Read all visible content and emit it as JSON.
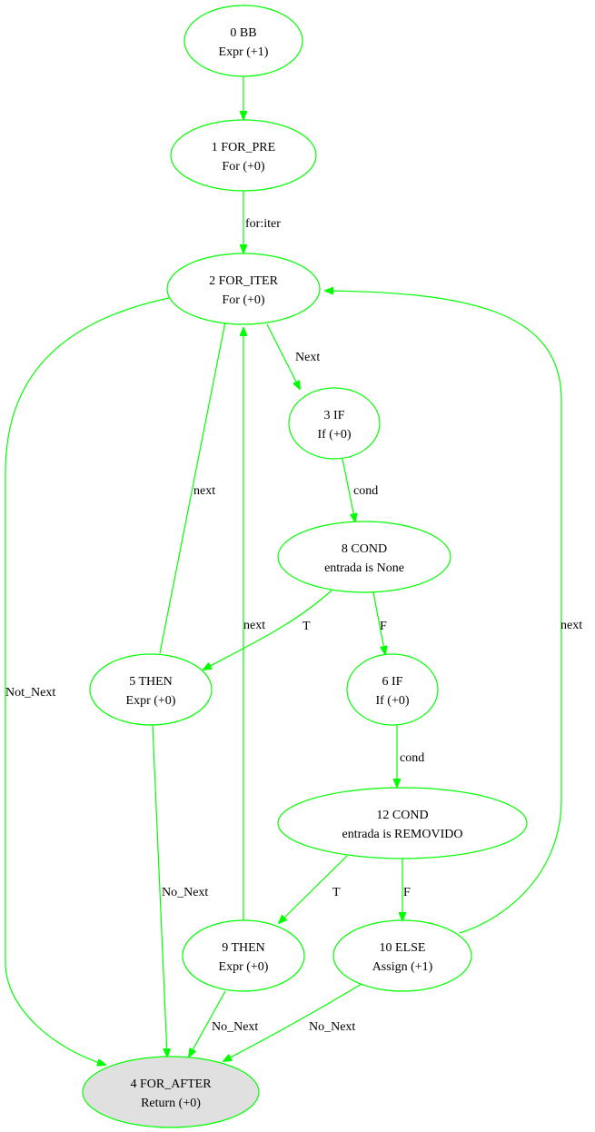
{
  "colors": {
    "edge": "#00ff00",
    "node_stroke": "#00ff00",
    "node_fill": "#ffffff",
    "terminal_fill": "#e0e0e0",
    "text": "#000000"
  },
  "nodes": {
    "n0": {
      "line1": "0 BB",
      "line2": "Expr (+1)"
    },
    "n1": {
      "line1": "1 FOR_PRE",
      "line2": "For (+0)"
    },
    "n2": {
      "line1": "2 FOR_ITER",
      "line2": "For (+0)"
    },
    "n3": {
      "line1": "3 IF",
      "line2": "If (+0)"
    },
    "n8": {
      "line1": "8 COND",
      "line2": "entrada is None"
    },
    "n5": {
      "line1": "5 THEN",
      "line2": "Expr (+0)"
    },
    "n6": {
      "line1": "6 IF",
      "line2": "If (+0)"
    },
    "n12": {
      "line1": "12 COND",
      "line2": "entrada is REMOVIDO"
    },
    "n9": {
      "line1": "9 THEN",
      "line2": "Expr (+0)"
    },
    "n10": {
      "line1": "10 ELSE",
      "line2": "Assign (+1)"
    },
    "n4": {
      "line1": "4 FOR_AFTER",
      "line2": "Return (+0)"
    }
  },
  "edges": {
    "e1_2": "for:iter",
    "e2_3": "Next",
    "e2_4": "Not_Next",
    "e3_8": "cond",
    "e8_5": "T",
    "e8_6": "F",
    "e5_2": "next",
    "e5_4": "No_Next",
    "e6_12": "cond",
    "e12_9": "T",
    "e12_10": "F",
    "e9_2": "next",
    "e9_4": "No_Next",
    "e10_2": "next",
    "e10_4": "No_Next"
  }
}
